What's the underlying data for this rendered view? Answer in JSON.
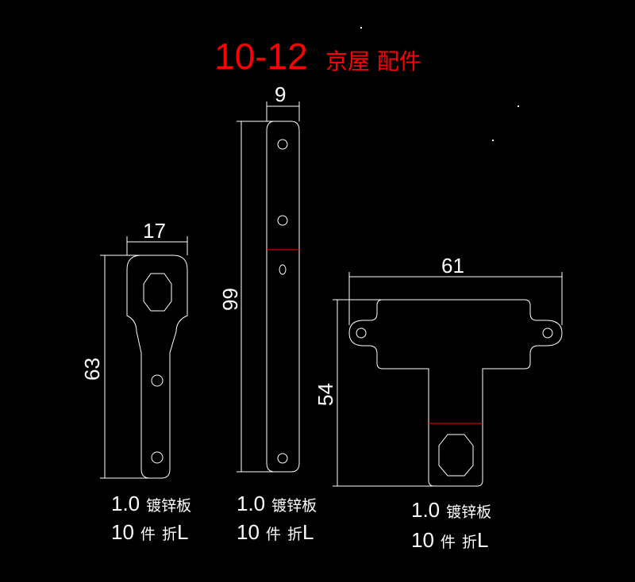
{
  "title": {
    "code": "10-12",
    "name": "京屋 配件",
    "color": "#ff0000"
  },
  "parts": [
    {
      "width_dim": "17",
      "height_dim": "63",
      "material_thickness": "1.0",
      "material": "镀锌板",
      "quantity": "10",
      "qty_unit": "件",
      "bend": "折",
      "bend_type": "L"
    },
    {
      "width_dim": "9",
      "height_dim": "99",
      "material_thickness": "1.0",
      "material": "镀锌板",
      "quantity": "10",
      "qty_unit": "件",
      "bend": "折",
      "bend_type": "L"
    },
    {
      "width_dim": "61",
      "height_dim": "54",
      "material_thickness": "1.0",
      "material": "镀锌板",
      "quantity": "10",
      "qty_unit": "件",
      "bend": "折",
      "bend_type": "L"
    }
  ],
  "colors": {
    "line": "#ffffff",
    "bend_line": "#ff0000",
    "background": "#000000"
  }
}
